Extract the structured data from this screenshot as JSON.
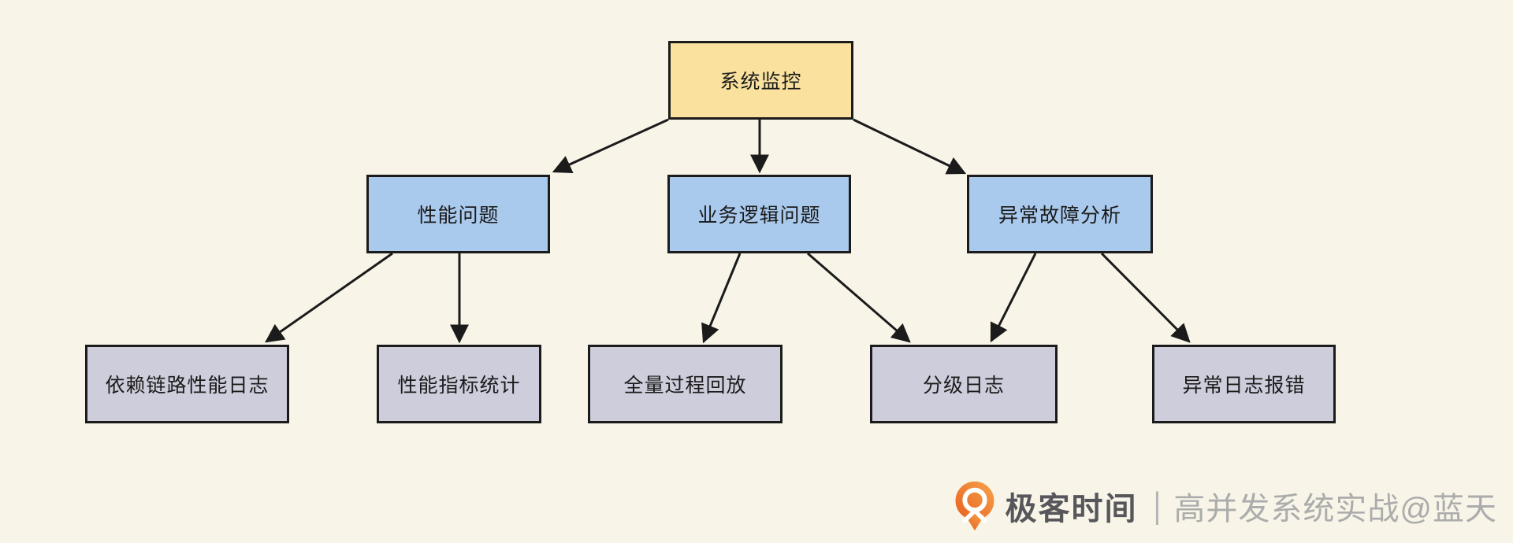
{
  "diagram": {
    "nodes": [
      {
        "id": "system-monitoring",
        "label": "系统监控",
        "role": "root"
      },
      {
        "id": "performance-issues",
        "label": "性能问题",
        "role": "branch"
      },
      {
        "id": "business-logic-issues",
        "label": "业务逻辑问题",
        "role": "branch"
      },
      {
        "id": "exception-fault-analysis",
        "label": "异常故障分析",
        "role": "branch"
      },
      {
        "id": "dependency-chain-performance-log",
        "label": "依赖链路性能日志",
        "role": "leaf"
      },
      {
        "id": "performance-metrics-stats",
        "label": "性能指标统计",
        "role": "leaf"
      },
      {
        "id": "full-process-replay",
        "label": "全量过程回放",
        "role": "leaf"
      },
      {
        "id": "graded-logs",
        "label": "分级日志",
        "role": "leaf"
      },
      {
        "id": "exception-error-logs",
        "label": "异常日志报错",
        "role": "leaf"
      }
    ],
    "edges": [
      {
        "from": "system-monitoring",
        "to": "performance-issues"
      },
      {
        "from": "system-monitoring",
        "to": "business-logic-issues"
      },
      {
        "from": "system-monitoring",
        "to": "exception-fault-analysis"
      },
      {
        "from": "performance-issues",
        "to": "dependency-chain-performance-log"
      },
      {
        "from": "performance-issues",
        "to": "performance-metrics-stats"
      },
      {
        "from": "business-logic-issues",
        "to": "full-process-replay"
      },
      {
        "from": "business-logic-issues",
        "to": "graded-logs"
      },
      {
        "from": "exception-fault-analysis",
        "to": "graded-logs"
      },
      {
        "from": "exception-fault-analysis",
        "to": "exception-error-logs"
      }
    ]
  },
  "watermark": {
    "brand": "极客时间",
    "separator": "|",
    "course": "高并发系统实战@蓝天"
  },
  "colors": {
    "background": "#F8F5E8",
    "node_border": "#1B1B1B",
    "root_fill": "#FAE29E",
    "branch_fill": "#A9C9ED",
    "leaf_fill": "#CDCDDB",
    "arrow": "#1B1B1B",
    "brand_orange_light": "#F6A44C",
    "brand_orange_dark": "#E75F1E",
    "brand_text": "#57575B",
    "course_text": "#ACACAC"
  }
}
